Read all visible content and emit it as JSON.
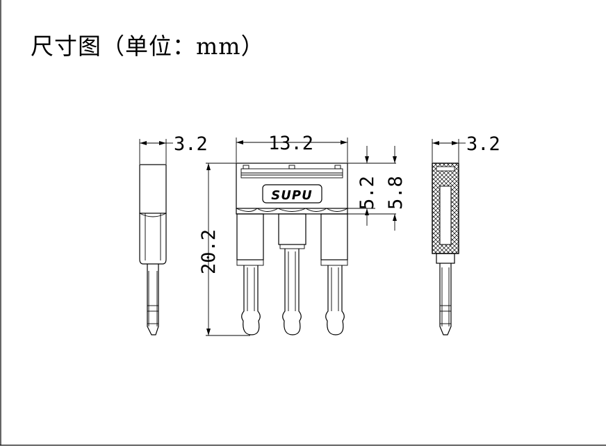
{
  "title": "尺寸图（单位：mm）",
  "logo_text": "SUPU",
  "dimensions": {
    "side_width": "3.2",
    "front_width": "13.2",
    "height": "20.2",
    "header_height": "5.2",
    "body_height": "5.8",
    "section_width": "3.2"
  },
  "colors": {
    "line": "#000000",
    "background": "#ffffff"
  }
}
